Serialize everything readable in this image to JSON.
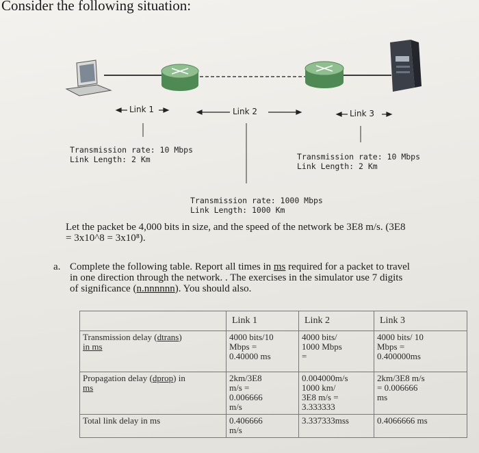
{
  "heading": "Consider the following situation:",
  "diagram": {
    "link1_label": "Link 1",
    "link2_label": "Link 2",
    "link3_label": "Link 3",
    "link1_rate": "Transmission rate: 10 Mbps",
    "link1_length": "Link Length: 2 Km",
    "link3_rate": "Transmission rate: 10 Mbps",
    "link3_length": "Link Length: 2 Km",
    "link2_rate": "Transmission rate: 1000 Mbps",
    "link2_length": "Link Length: 1000 Km"
  },
  "intro": {
    "line1": "Let the packet be 4,000 bits in size, and the speed of the network be 3E8 m/s. (3E8",
    "line2": "= 3x10^8 = 3x10⁸)."
  },
  "question": {
    "marker": "a.",
    "line1_pre": "Complete the following table. Report all times in",
    "line1_ms": "ms",
    "line1_post": "required for a packet to travel",
    "line2": "in one direction through the network. .  The exercises in the simulator use 7 digits",
    "line3_pre": "of significance (",
    "line3_fmt": "n.nnnnnn",
    "line3_post": "). You should also."
  },
  "table": {
    "header": [
      "",
      "Link 1",
      "Link 2",
      "Link 3"
    ],
    "rows": [
      {
        "label_pre": "Transmission delay (",
        "label_sub": "dtrans",
        "label_mid": ")",
        "label_unit": "in ms",
        "link1": [
          "4000 bits/10",
          "Mbps =",
          "0.40000 ms"
        ],
        "link2": [
          "4000 bits/",
          "1000 Mbps",
          "="
        ],
        "link3": [
          "4000 bits/ 10",
          "Mbps =",
          "0.400000ms"
        ]
      },
      {
        "label_pre": "Propagation delay (",
        "label_sub": "dprop",
        "label_mid": ") in",
        "label_unit": "ms",
        "link1": [
          "2km/3E8",
          "m/s =",
          "0.006666",
          "m/s"
        ],
        "link2": [
          "0.004000m/s",
          "1000 km/",
          "3E8 m/s =",
          "3.333333"
        ],
        "link3": [
          "2km/3E8 m/s",
          "= 0.006666",
          "ms"
        ]
      },
      {
        "label_pre": "Total link delay in ms",
        "label_sub": "",
        "label_mid": "",
        "label_unit": "",
        "link1": [
          "0.406666",
          "m/s"
        ],
        "link2": [
          "3.337333mss"
        ],
        "link3": [
          "0.4066666 ms"
        ]
      }
    ]
  },
  "colors": {
    "router": "#8fbf8f",
    "router_dark": "#4f8a55",
    "server": "#3b3f48",
    "link": "#3a3a3a"
  }
}
